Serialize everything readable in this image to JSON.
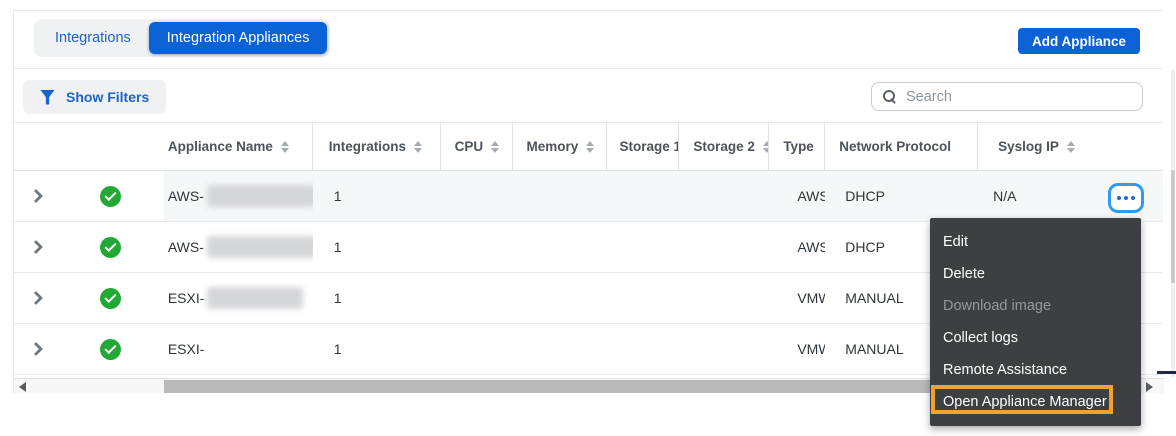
{
  "tabs": {
    "integrations": "Integrations",
    "integration_appliances": "Integration Appliances"
  },
  "actions": {
    "add_appliance": "Add Appliance"
  },
  "filters": {
    "show_filters": "Show Filters"
  },
  "search": {
    "placeholder": "Search"
  },
  "table": {
    "columns": [
      {
        "label": "Appliance Name",
        "sortable": true
      },
      {
        "label": "Integrations",
        "sortable": true
      },
      {
        "label": "CPU",
        "sortable": true
      },
      {
        "label": "Memory",
        "sortable": true
      },
      {
        "label": "Storage 1",
        "sortable": false
      },
      {
        "label": "Storage 2",
        "sortable": true
      },
      {
        "label": "Type",
        "sortable": false
      },
      {
        "label": "Network Protocol",
        "sortable": false
      },
      {
        "label": "Syslog IP",
        "sortable": true
      }
    ],
    "rows": [
      {
        "status": "ok",
        "name": "AWS-",
        "redacted": true,
        "integrations": "1",
        "type": "AWS",
        "network_protocol": "DHCP",
        "syslog_ip": "N/A"
      },
      {
        "status": "ok",
        "name": "AWS-",
        "redacted": true,
        "integrations": "1",
        "type": "AWS",
        "network_protocol": "DHCP",
        "syslog_ip": ""
      },
      {
        "status": "ok",
        "name": "ESXI-",
        "redacted": true,
        "integrations": "1",
        "type": "VMW",
        "network_protocol": "MANUAL",
        "syslog_ip": ""
      },
      {
        "status": "ok",
        "name": "ESXI-",
        "redacted": false,
        "integrations": "1",
        "type": "VMW",
        "network_protocol": "MANUAL",
        "syslog_ip": ""
      }
    ]
  },
  "row_menu": {
    "items": [
      {
        "label": "Edit",
        "disabled": false,
        "highlighted": false
      },
      {
        "label": "Delete",
        "disabled": false,
        "highlighted": false
      },
      {
        "label": "Download image",
        "disabled": true,
        "highlighted": false
      },
      {
        "label": "Collect logs",
        "disabled": false,
        "highlighted": false
      },
      {
        "label": "Remote Assistance",
        "disabled": false,
        "highlighted": false
      },
      {
        "label": "Open Appliance Manager",
        "disabled": false,
        "highlighted": true
      }
    ]
  },
  "colors": {
    "accent_blue": "#0b62d6",
    "link_blue": "#1b64cf",
    "annotation_blue": "#2d9bf0",
    "annotation_orange": "#f0a32b",
    "status_green": "#22a834",
    "menu_background": "#3d3f42"
  }
}
